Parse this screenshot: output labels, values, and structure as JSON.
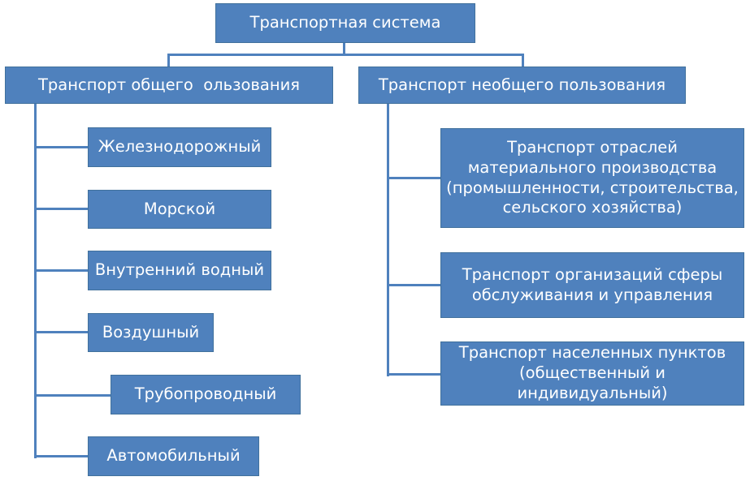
{
  "root": {
    "label": "Транспортная система"
  },
  "branches": [
    {
      "label": "Транспорт общего  ользования",
      "children": [
        "Железнодорожный",
        "Морской",
        "Внутренний водный",
        "Воздушный",
        "Трубопроводный",
        "Автомобильный"
      ]
    },
    {
      "label": "Транспорт необщего пользования",
      "children": [
        [
          "Транспорт отраслей",
          "материального производства",
          "(промышленности, строительства,",
          "сельского хозяйства)"
        ],
        [
          "Транспорт организаций сферы",
          "обслуживания и управления"
        ],
        [
          "Транспорт населенных пунктов",
          "(общественный и",
          "индивидуальный)"
        ]
      ]
    }
  ],
  "colors": {
    "box_fill": "#4f81bd",
    "box_border": "#41719c",
    "text": "#ffffff",
    "connector": "#4f81bd"
  }
}
